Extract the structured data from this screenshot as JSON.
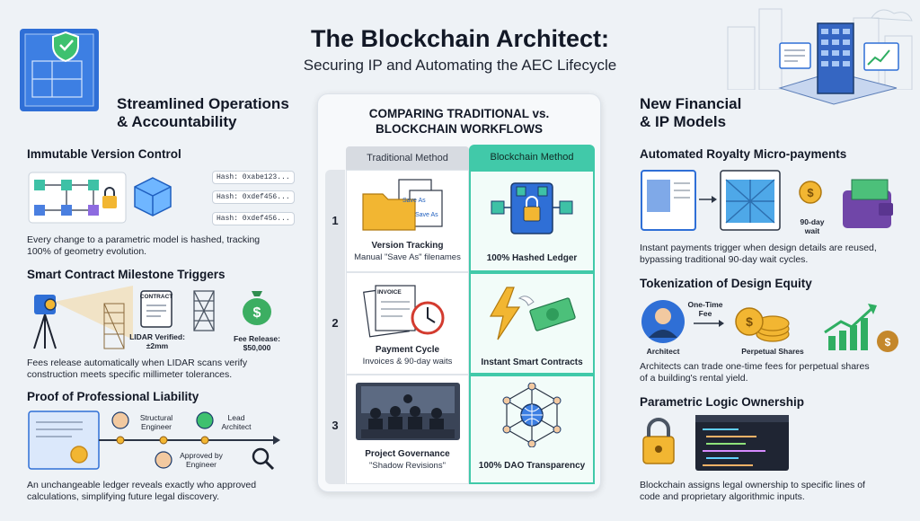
{
  "header": {
    "title": "The Blockchain Architect:",
    "subtitle": "Securing IP and Automating the AEC Lifecycle"
  },
  "left": {
    "section_title_line1": "Streamlined Operations",
    "section_title_line2": "& Accountability",
    "version_control": {
      "title": "Immutable Version Control",
      "hashes": [
        "Hash: 0xabe123...",
        "Hash: 0xdef456...",
        "Hash: 0xdef456..."
      ],
      "desc_line1": "Every change to a parametric model is hashed, tracking",
      "desc_line2": "100% of geometry evolution."
    },
    "smart_contract": {
      "title": "Smart Contract Milestone Triggers",
      "contract_label": "CONTRACT",
      "lidar_line1": "LIDAR Verified:",
      "lidar_line2": "±2mm",
      "fee_line1": "Fee Release:",
      "fee_line2": "$50,000",
      "desc_line1": "Fees release automatically when LIDAR scans verify",
      "desc_line2": "construction meets specific millimeter tolerances."
    },
    "liability": {
      "title": "Proof of Professional Liability",
      "structural_line1": "Structural",
      "structural_line2": "Engineer",
      "lead_line1": "Lead",
      "lead_line2": "Architect",
      "approved_line1": "Approved by",
      "approved_line2": "Engineer",
      "desc_line1": "An unchangeable ledger reveals exactly who approved",
      "desc_line2": "calculations, simplifying future legal discovery."
    }
  },
  "center": {
    "title_line1": "COMPARING TRADITIONAL vs.",
    "title_line2": "BLOCKCHAIN WORKFLOWS",
    "col_traditional": "Traditional Method",
    "col_blockchain": "Blockchain Method",
    "rows": [
      {
        "num": "1",
        "trad_label": "Version Tracking",
        "trad_sub": "Manual \"Save As\" filenames",
        "save_as": "Save As",
        "block_label": "100% Hashed Ledger"
      },
      {
        "num": "2",
        "trad_label": "Payment Cycle",
        "trad_sub": "Invoices & 90-day waits",
        "invoice": "INVOICE",
        "block_label": "Instant Smart Contracts"
      },
      {
        "num": "3",
        "trad_label": "Project Governance",
        "trad_sub": "\"Shadow Revisions\"",
        "block_label": "100% DAO Transparency"
      }
    ]
  },
  "right": {
    "section_title_line1": "New Financial",
    "section_title_line2": "& IP Models",
    "royalty": {
      "title": "Automated Royalty Micro-payments",
      "wait_label": "90-day wait",
      "desc_line1": "Instant payments trigger when design details are reused,",
      "desc_line2": "bypassing traditional 90-day wait cycles."
    },
    "tokenization": {
      "title": "Tokenization of Design Equity",
      "architect": "Architect",
      "fee_line1": "One-Time",
      "fee_line2": "Fee",
      "shares": "Perpetual Shares",
      "desc_line1": "Architects can trade one-time fees for perpetual shares",
      "desc_line2": "of a building's rental yield."
    },
    "parametric": {
      "title": "Parametric Logic Ownership",
      "desc_line1": "Blockchain assigns legal ownership to specific lines of",
      "desc_line2": "code and proprietary algorithmic inputs."
    }
  },
  "colors": {
    "accent_teal": "#41c9a9",
    "blue": "#2f6fd6",
    "gold": "#f2b632",
    "green": "#2fae62",
    "navy": "#1b3a6b"
  }
}
